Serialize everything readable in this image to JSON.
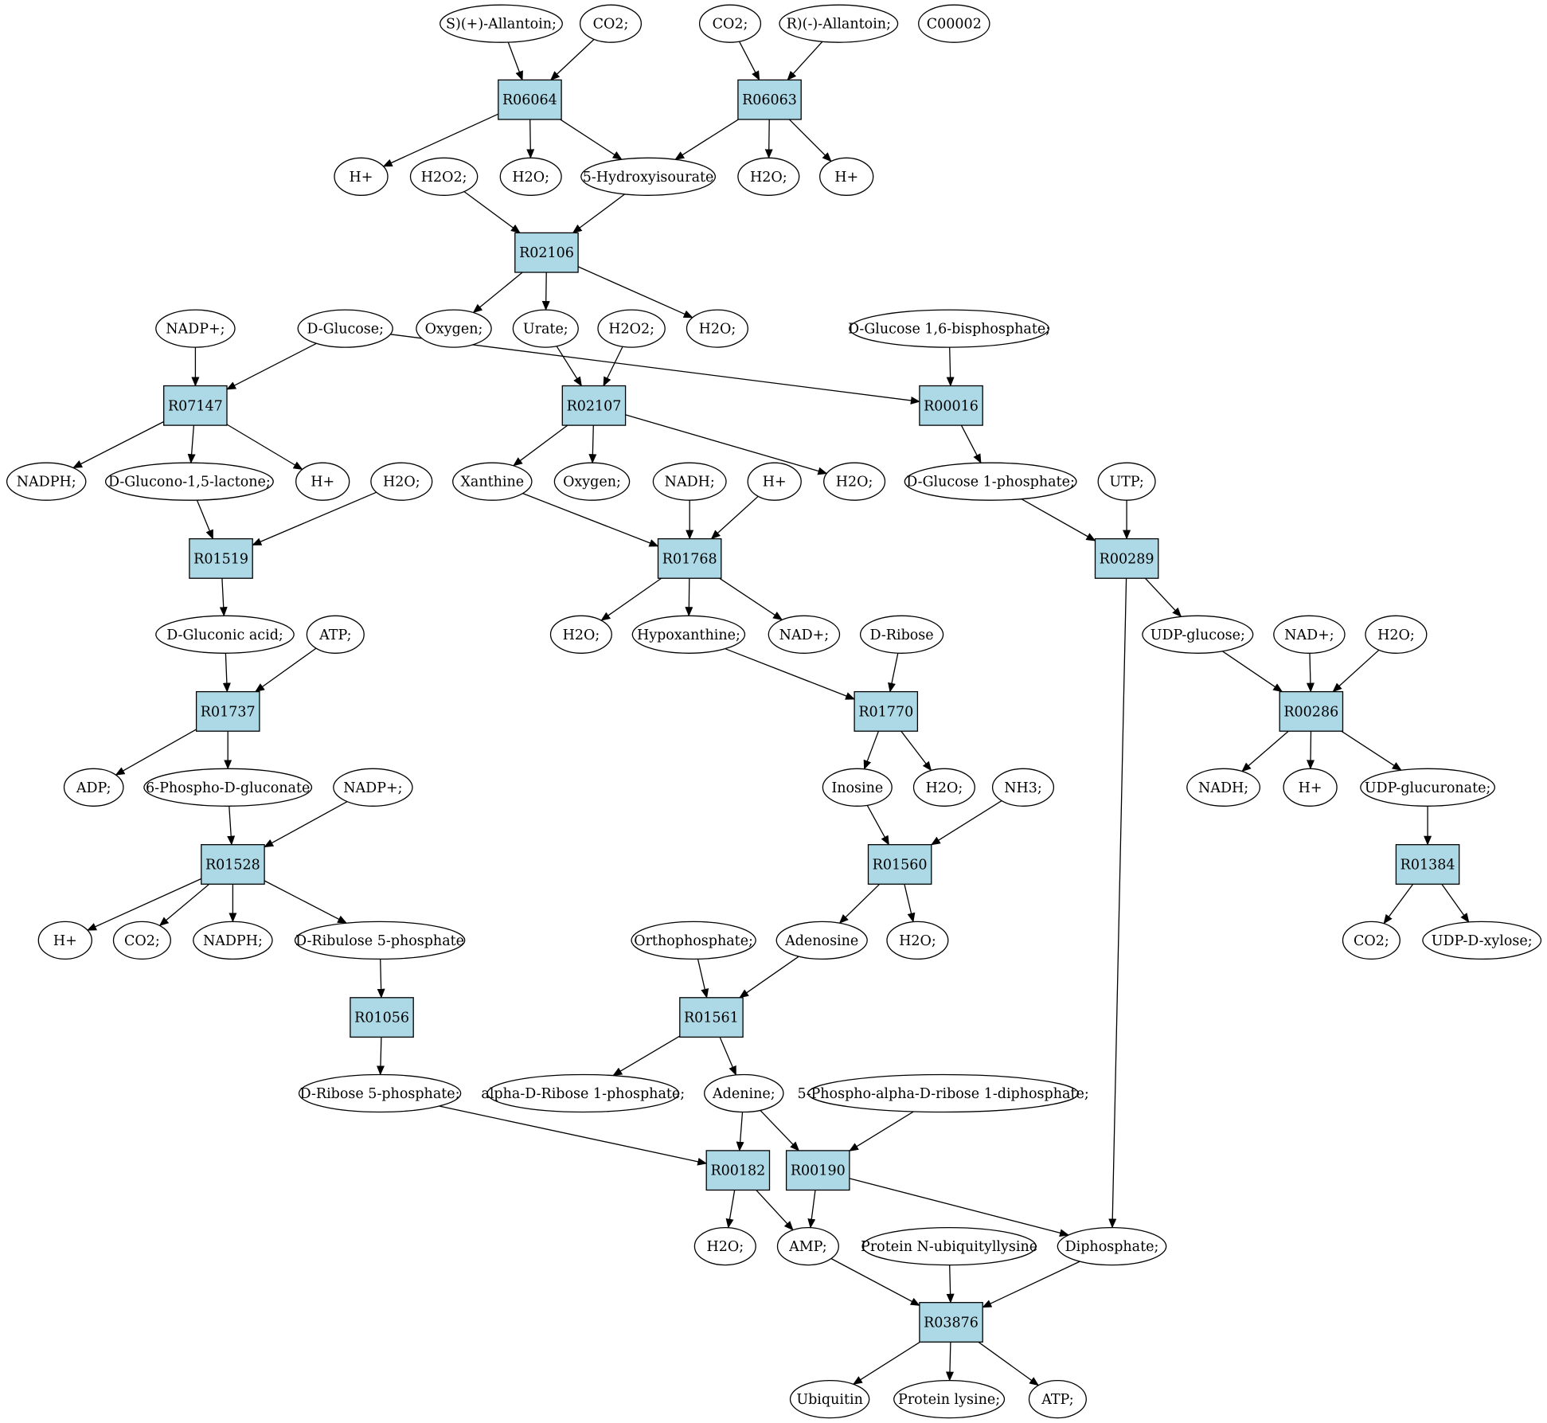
{
  "colors": {
    "reaction_fill": "#add8e6",
    "compound_fill": "#ffffff",
    "highlight_green": "#00ee00",
    "highlight_yellow": "#ffff00",
    "stroke": "#000000"
  },
  "nodes": [
    {
      "id": "c_s_allantoin",
      "kind": "compound",
      "label": "S)(+)-Allantoin;"
    },
    {
      "id": "c_co2_a",
      "kind": "compound",
      "label": "CO2;"
    },
    {
      "id": "c_co2_b",
      "kind": "compound",
      "label": "CO2;"
    },
    {
      "id": "c_r_allantoin",
      "kind": "compound",
      "label": "R)(-)-Allantoin;"
    },
    {
      "id": "c_c00002",
      "kind": "compound",
      "label": "C00002",
      "highlight": "yellow"
    },
    {
      "id": "r_R06064",
      "kind": "reaction",
      "label": "R06064"
    },
    {
      "id": "r_R06063",
      "kind": "reaction",
      "label": "R06063"
    },
    {
      "id": "c_hplus_a",
      "kind": "compound",
      "label": "H+"
    },
    {
      "id": "c_h2o2_a",
      "kind": "compound",
      "label": "H2O2;"
    },
    {
      "id": "c_h2o_a",
      "kind": "compound",
      "label": "H2O;"
    },
    {
      "id": "c_5hiu",
      "kind": "compound",
      "label": "5-Hydroxyisourate"
    },
    {
      "id": "c_h2o_b",
      "kind": "compound",
      "label": "H2O;"
    },
    {
      "id": "c_hplus_b",
      "kind": "compound",
      "label": "H+"
    },
    {
      "id": "r_R02106",
      "kind": "reaction",
      "label": "R02106"
    },
    {
      "id": "c_nadp_a",
      "kind": "compound",
      "label": "NADP+;"
    },
    {
      "id": "c_dglucose",
      "kind": "compound",
      "label": "D-Glucose;",
      "highlight": "green"
    },
    {
      "id": "c_oxygen_a",
      "kind": "compound",
      "label": "Oxygen;"
    },
    {
      "id": "c_urate",
      "kind": "compound",
      "label": "Urate;"
    },
    {
      "id": "c_h2o2_b",
      "kind": "compound",
      "label": "H2O2;"
    },
    {
      "id": "c_h2o_c",
      "kind": "compound",
      "label": "H2O;"
    },
    {
      "id": "c_g16bp",
      "kind": "compound",
      "label": "D-Glucose 1,6-bisphosphate;"
    },
    {
      "id": "r_R07147",
      "kind": "reaction",
      "label": "R07147"
    },
    {
      "id": "r_R02107",
      "kind": "reaction",
      "label": "R02107"
    },
    {
      "id": "r_R00016",
      "kind": "reaction",
      "label": "R00016"
    },
    {
      "id": "c_nadph_a",
      "kind": "compound",
      "label": "NADPH;"
    },
    {
      "id": "c_glucono",
      "kind": "compound",
      "label": "D-Glucono-1,5-lactone;"
    },
    {
      "id": "c_hplus_c",
      "kind": "compound",
      "label": "H+"
    },
    {
      "id": "c_h2o_d",
      "kind": "compound",
      "label": "H2O;"
    },
    {
      "id": "c_xanthine",
      "kind": "compound",
      "label": "Xanthine"
    },
    {
      "id": "c_oxygen_b",
      "kind": "compound",
      "label": "Oxygen;"
    },
    {
      "id": "c_nadh_a",
      "kind": "compound",
      "label": "NADH;"
    },
    {
      "id": "c_hplus_d",
      "kind": "compound",
      "label": "H+"
    },
    {
      "id": "c_h2o_e",
      "kind": "compound",
      "label": "H2O;"
    },
    {
      "id": "c_g1p",
      "kind": "compound",
      "label": "D-Glucose 1-phosphate;"
    },
    {
      "id": "c_utp",
      "kind": "compound",
      "label": "UTP;"
    },
    {
      "id": "r_R01519",
      "kind": "reaction",
      "label": "R01519"
    },
    {
      "id": "r_R01768",
      "kind": "reaction",
      "label": "R01768"
    },
    {
      "id": "r_R00289",
      "kind": "reaction",
      "label": "R00289"
    },
    {
      "id": "c_gluconic",
      "kind": "compound",
      "label": "D-Gluconic acid;"
    },
    {
      "id": "c_atp_a",
      "kind": "compound",
      "label": "ATP;"
    },
    {
      "id": "c_h2o_f",
      "kind": "compound",
      "label": "H2O;"
    },
    {
      "id": "c_hypoxanthine",
      "kind": "compound",
      "label": "Hypoxanthine;"
    },
    {
      "id": "c_nad_a",
      "kind": "compound",
      "label": "NAD+;"
    },
    {
      "id": "c_dribose",
      "kind": "compound",
      "label": "D-Ribose"
    },
    {
      "id": "c_udpglucose",
      "kind": "compound",
      "label": "UDP-glucose;"
    },
    {
      "id": "c_nad_b",
      "kind": "compound",
      "label": "NAD+;"
    },
    {
      "id": "c_h2o_g",
      "kind": "compound",
      "label": "H2O;"
    },
    {
      "id": "r_R01737",
      "kind": "reaction",
      "label": "R01737"
    },
    {
      "id": "r_R01770",
      "kind": "reaction",
      "label": "R01770"
    },
    {
      "id": "r_R00286",
      "kind": "reaction",
      "label": "R00286"
    },
    {
      "id": "c_adp",
      "kind": "compound",
      "label": "ADP;"
    },
    {
      "id": "c_6pg",
      "kind": "compound",
      "label": "6-Phospho-D-gluconate"
    },
    {
      "id": "c_nadp_b",
      "kind": "compound",
      "label": "NADP+;"
    },
    {
      "id": "c_inosine",
      "kind": "compound",
      "label": "Inosine"
    },
    {
      "id": "c_h2o_h",
      "kind": "compound",
      "label": "H2O;"
    },
    {
      "id": "c_nh3",
      "kind": "compound",
      "label": "NH3;"
    },
    {
      "id": "c_nadh_b",
      "kind": "compound",
      "label": "NADH;"
    },
    {
      "id": "c_hplus_e",
      "kind": "compound",
      "label": "H+"
    },
    {
      "id": "c_udpglucuronate",
      "kind": "compound",
      "label": "UDP-glucuronate;"
    },
    {
      "id": "r_R01528",
      "kind": "reaction",
      "label": "R01528"
    },
    {
      "id": "r_R01560",
      "kind": "reaction",
      "label": "R01560"
    },
    {
      "id": "r_R01384",
      "kind": "reaction",
      "label": "R01384"
    },
    {
      "id": "c_hplus_f",
      "kind": "compound",
      "label": "H+"
    },
    {
      "id": "c_co2_c",
      "kind": "compound",
      "label": "CO2;"
    },
    {
      "id": "c_nadph_b",
      "kind": "compound",
      "label": "NADPH;"
    },
    {
      "id": "c_ru5p",
      "kind": "compound",
      "label": "D-Ribulose 5-phosphate"
    },
    {
      "id": "c_orthophosphate",
      "kind": "compound",
      "label": "Orthophosphate;"
    },
    {
      "id": "c_adenosine",
      "kind": "compound",
      "label": "Adenosine"
    },
    {
      "id": "c_h2o_i",
      "kind": "compound",
      "label": "H2O;"
    },
    {
      "id": "c_co2_d",
      "kind": "compound",
      "label": "CO2;"
    },
    {
      "id": "c_udpxylose",
      "kind": "compound",
      "label": "UDP-D-xylose;"
    },
    {
      "id": "r_R01056",
      "kind": "reaction",
      "label": "R01056"
    },
    {
      "id": "r_R01561",
      "kind": "reaction",
      "label": "R01561"
    },
    {
      "id": "c_r5p",
      "kind": "compound",
      "label": "D-Ribose 5-phosphate;"
    },
    {
      "id": "c_adr1p",
      "kind": "compound",
      "label": "alpha-D-Ribose 1-phosphate;"
    },
    {
      "id": "c_adenine",
      "kind": "compound",
      "label": "Adenine;"
    },
    {
      "id": "c_prpp",
      "kind": "compound",
      "label": "5-Phospho-alpha-D-ribose 1-diphosphate;"
    },
    {
      "id": "r_R00182",
      "kind": "reaction",
      "label": "R00182"
    },
    {
      "id": "r_R00190",
      "kind": "reaction",
      "label": "R00190"
    },
    {
      "id": "c_h2o_j",
      "kind": "compound",
      "label": "H2O;"
    },
    {
      "id": "c_amp",
      "kind": "compound",
      "label": "AMP;"
    },
    {
      "id": "c_pnub",
      "kind": "compound",
      "label": "Protein N-ubiquityllysine"
    },
    {
      "id": "c_diphosphate",
      "kind": "compound",
      "label": "Diphosphate;"
    },
    {
      "id": "r_R03876",
      "kind": "reaction",
      "label": "R03876"
    },
    {
      "id": "c_ubiquitin",
      "kind": "compound",
      "label": "Ubiquitin"
    },
    {
      "id": "c_plysine",
      "kind": "compound",
      "label": "Protein lysine;"
    },
    {
      "id": "c_atp_b",
      "kind": "compound",
      "label": "ATP;"
    }
  ],
  "edges": [
    [
      "c_s_allantoin",
      "r_R06064"
    ],
    [
      "c_co2_a",
      "r_R06064"
    ],
    [
      "c_co2_b",
      "r_R06063"
    ],
    [
      "c_r_allantoin",
      "r_R06063"
    ],
    [
      "r_R06064",
      "c_hplus_a"
    ],
    [
      "r_R06064",
      "c_h2o_a"
    ],
    [
      "r_R06064",
      "c_5hiu"
    ],
    [
      "r_R06063",
      "c_5hiu"
    ],
    [
      "r_R06063",
      "c_h2o_b"
    ],
    [
      "r_R06063",
      "c_hplus_b"
    ],
    [
      "c_h2o2_a",
      "r_R02106"
    ],
    [
      "c_5hiu",
      "r_R02106"
    ],
    [
      "r_R02106",
      "c_oxygen_a"
    ],
    [
      "r_R02106",
      "c_urate"
    ],
    [
      "r_R02106",
      "c_h2o_c"
    ],
    [
      "c_nadp_a",
      "r_R07147"
    ],
    [
      "c_dglucose",
      "r_R07147"
    ],
    [
      "c_dglucose",
      "r_R00016"
    ],
    [
      "c_urate",
      "r_R02107"
    ],
    [
      "c_h2o2_b",
      "r_R02107"
    ],
    [
      "c_g16bp",
      "r_R00016"
    ],
    [
      "r_R07147",
      "c_nadph_a"
    ],
    [
      "r_R07147",
      "c_glucono"
    ],
    [
      "r_R07147",
      "c_hplus_c"
    ],
    [
      "r_R02107",
      "c_xanthine"
    ],
    [
      "r_R02107",
      "c_oxygen_b"
    ],
    [
      "r_R02107",
      "c_h2o_e"
    ],
    [
      "r_R00016",
      "c_g1p"
    ],
    [
      "c_glucono",
      "r_R01519"
    ],
    [
      "c_h2o_d",
      "r_R01519"
    ],
    [
      "c_xanthine",
      "r_R01768"
    ],
    [
      "c_nadh_a",
      "r_R01768"
    ],
    [
      "c_hplus_d",
      "r_R01768"
    ],
    [
      "c_g1p",
      "r_R00289"
    ],
    [
      "c_utp",
      "r_R00289"
    ],
    [
      "r_R01519",
      "c_gluconic"
    ],
    [
      "r_R01768",
      "c_h2o_f"
    ],
    [
      "r_R01768",
      "c_hypoxanthine"
    ],
    [
      "r_R01768",
      "c_nad_a"
    ],
    [
      "r_R00289",
      "c_udpglucose"
    ],
    [
      "r_R00289",
      "c_diphosphate"
    ],
    [
      "c_gluconic",
      "r_R01737"
    ],
    [
      "c_atp_a",
      "r_R01737"
    ],
    [
      "c_hypoxanthine",
      "r_R01770"
    ],
    [
      "c_dribose",
      "r_R01770"
    ],
    [
      "c_udpglucose",
      "r_R00286"
    ],
    [
      "c_nad_b",
      "r_R00286"
    ],
    [
      "c_h2o_g",
      "r_R00286"
    ],
    [
      "r_R01737",
      "c_adp"
    ],
    [
      "r_R01737",
      "c_6pg"
    ],
    [
      "r_R01770",
      "c_inosine"
    ],
    [
      "r_R01770",
      "c_h2o_h"
    ],
    [
      "r_R00286",
      "c_nadh_b"
    ],
    [
      "r_R00286",
      "c_hplus_e"
    ],
    [
      "r_R00286",
      "c_udpglucuronate"
    ],
    [
      "c_6pg",
      "r_R01528"
    ],
    [
      "c_nadp_b",
      "r_R01528"
    ],
    [
      "c_inosine",
      "r_R01560"
    ],
    [
      "c_nh3",
      "r_R01560"
    ],
    [
      "c_udpglucuronate",
      "r_R01384"
    ],
    [
      "r_R01528",
      "c_hplus_f"
    ],
    [
      "r_R01528",
      "c_co2_c"
    ],
    [
      "r_R01528",
      "c_nadph_b"
    ],
    [
      "r_R01528",
      "c_ru5p"
    ],
    [
      "r_R01560",
      "c_adenosine"
    ],
    [
      "r_R01560",
      "c_h2o_i"
    ],
    [
      "r_R01384",
      "c_co2_d"
    ],
    [
      "r_R01384",
      "c_udpxylose"
    ],
    [
      "c_ru5p",
      "r_R01056"
    ],
    [
      "c_orthophosphate",
      "r_R01561"
    ],
    [
      "c_adenosine",
      "r_R01561"
    ],
    [
      "r_R01056",
      "c_r5p"
    ],
    [
      "r_R01561",
      "c_adr1p"
    ],
    [
      "r_R01561",
      "c_adenine"
    ],
    [
      "c_r5p",
      "r_R00182"
    ],
    [
      "c_adenine",
      "r_R00182"
    ],
    [
      "c_adenine",
      "r_R00190"
    ],
    [
      "c_prpp",
      "r_R00190"
    ],
    [
      "r_R00182",
      "c_h2o_j"
    ],
    [
      "r_R00182",
      "c_amp"
    ],
    [
      "r_R00190",
      "c_amp"
    ],
    [
      "r_R00190",
      "c_diphosphate"
    ],
    [
      "c_amp",
      "r_R03876"
    ],
    [
      "c_pnub",
      "r_R03876"
    ],
    [
      "c_diphosphate",
      "r_R03876"
    ],
    [
      "r_R03876",
      "c_ubiquitin"
    ],
    [
      "r_R03876",
      "c_plysine"
    ],
    [
      "r_R03876",
      "c_atp_b"
    ]
  ]
}
